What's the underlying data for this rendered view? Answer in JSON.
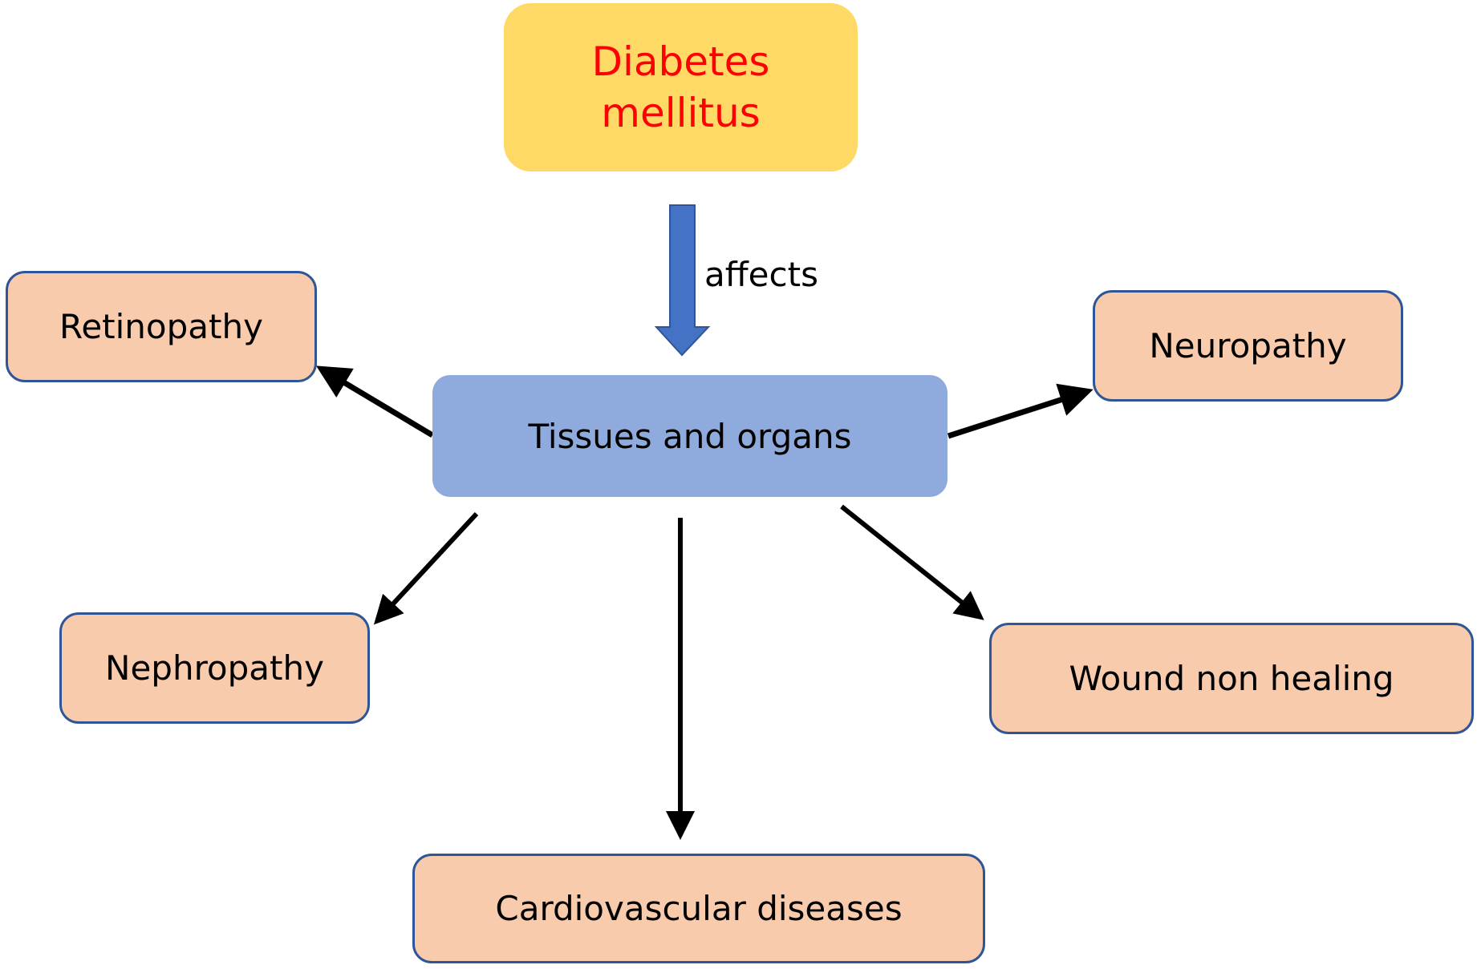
{
  "diagram": {
    "root": {
      "line1": "Diabetes",
      "line2": "mellitus",
      "color": "#FF0000",
      "fill": "#FFD966"
    },
    "edge_label": "affects",
    "hub": {
      "label": "Tissues and organs",
      "fill": "#8FAADC"
    },
    "complications": [
      {
        "label": "Retinopathy"
      },
      {
        "label": "Neuropathy"
      },
      {
        "label": "Nephropathy"
      },
      {
        "label": "Wound non healing"
      },
      {
        "label": "Cardiovascular diseases"
      }
    ],
    "leaf_fill": "#F8CBAD",
    "leaf_border": "#2F5597",
    "connections": [
      {
        "from": "Diabetes mellitus",
        "to": "Tissues and organs",
        "label": "affects"
      },
      {
        "from": "Tissues and organs",
        "to": "Retinopathy"
      },
      {
        "from": "Tissues and organs",
        "to": "Neuropathy"
      },
      {
        "from": "Tissues and organs",
        "to": "Nephropathy"
      },
      {
        "from": "Tissues and organs",
        "to": "Wound non healing"
      },
      {
        "from": "Tissues and organs",
        "to": "Cardiovascular diseases"
      }
    ]
  }
}
